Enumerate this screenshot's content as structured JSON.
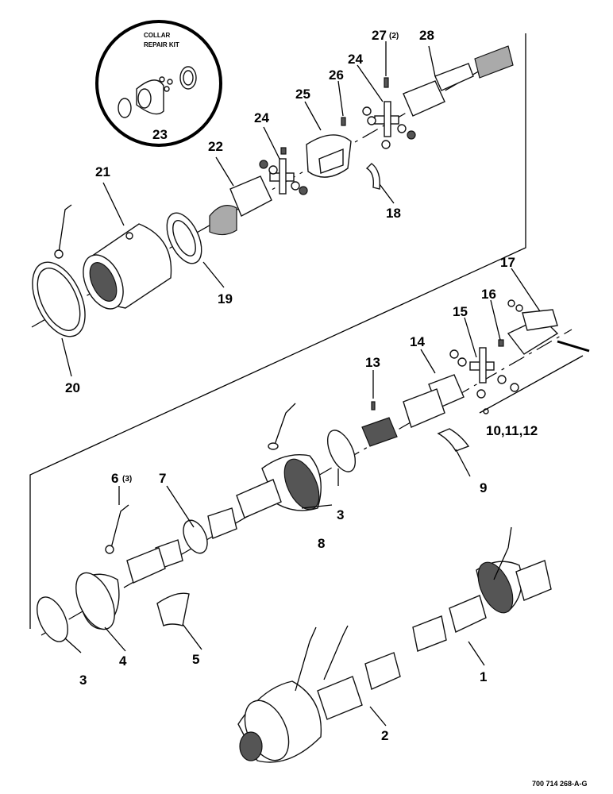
{
  "callouts": {
    "c1": "1",
    "c2": "2",
    "c3a": "3",
    "c3b": "3",
    "c4": "4",
    "c5": "5",
    "c6": "6",
    "c6q": "(3)",
    "c7": "7",
    "c8": "8",
    "c9": "9",
    "c10": "10,11,12",
    "c13": "13",
    "c14": "14",
    "c15": "15",
    "c16": "16",
    "c17": "17",
    "c18": "18",
    "c19": "19",
    "c20": "20",
    "c21": "21",
    "c22": "22",
    "c23": "23",
    "c24a": "24",
    "c24b": "24",
    "c25": "25",
    "c26": "26",
    "c27": "27",
    "c27q": "(2)",
    "c28": "28"
  },
  "kit": {
    "line1": "COLLAR",
    "line2": "REPAIR KIT"
  },
  "reference": "700 714 268-A-G"
}
